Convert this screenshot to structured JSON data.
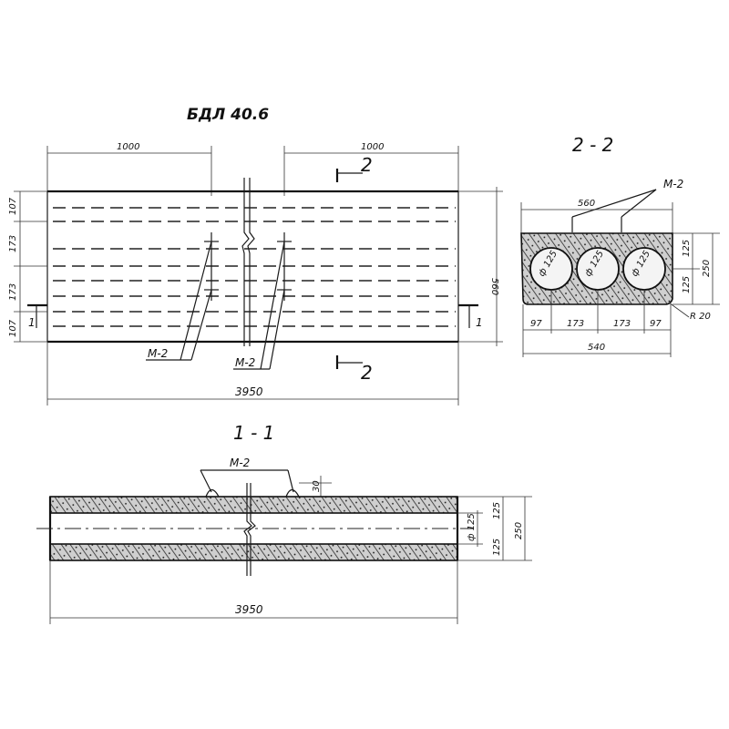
{
  "drawing": {
    "title": "БДЛ 40.6",
    "plan": {
      "dim_left_mark": "1000",
      "dim_right_mark": "1000",
      "dim_total_length": "3950",
      "dim_width": "560",
      "dim_rows": [
        "107",
        "173",
        "173",
        "107"
      ],
      "section_mark_top": "2",
      "section_mark_bottom": "2",
      "section_mark_left": "1",
      "section_mark_right": "1",
      "insert_label_1": "М-2",
      "insert_label_2": "М-2"
    },
    "section_2_2": {
      "title": "2 - 2",
      "insert_label": "М-2",
      "dim_top_width": "560",
      "dim_bottom_width": "540",
      "dim_bottom_parts": [
        "97",
        "173",
        "173",
        "97"
      ],
      "dim_height_total": "250",
      "dim_height_upper": "125",
      "dim_height_lower": "125",
      "dim_radius": "R 20",
      "void_labels": [
        "ф 125",
        "ф 125",
        "ф 125"
      ]
    },
    "section_1_1": {
      "title": "1 - 1",
      "insert_label": "М-2",
      "dim_length": "3950",
      "dim_height_total": "250",
      "dim_height_upper": "125",
      "dim_height_lower": "125",
      "dim_void": "ф 125",
      "dim_insert_height": "30"
    }
  }
}
